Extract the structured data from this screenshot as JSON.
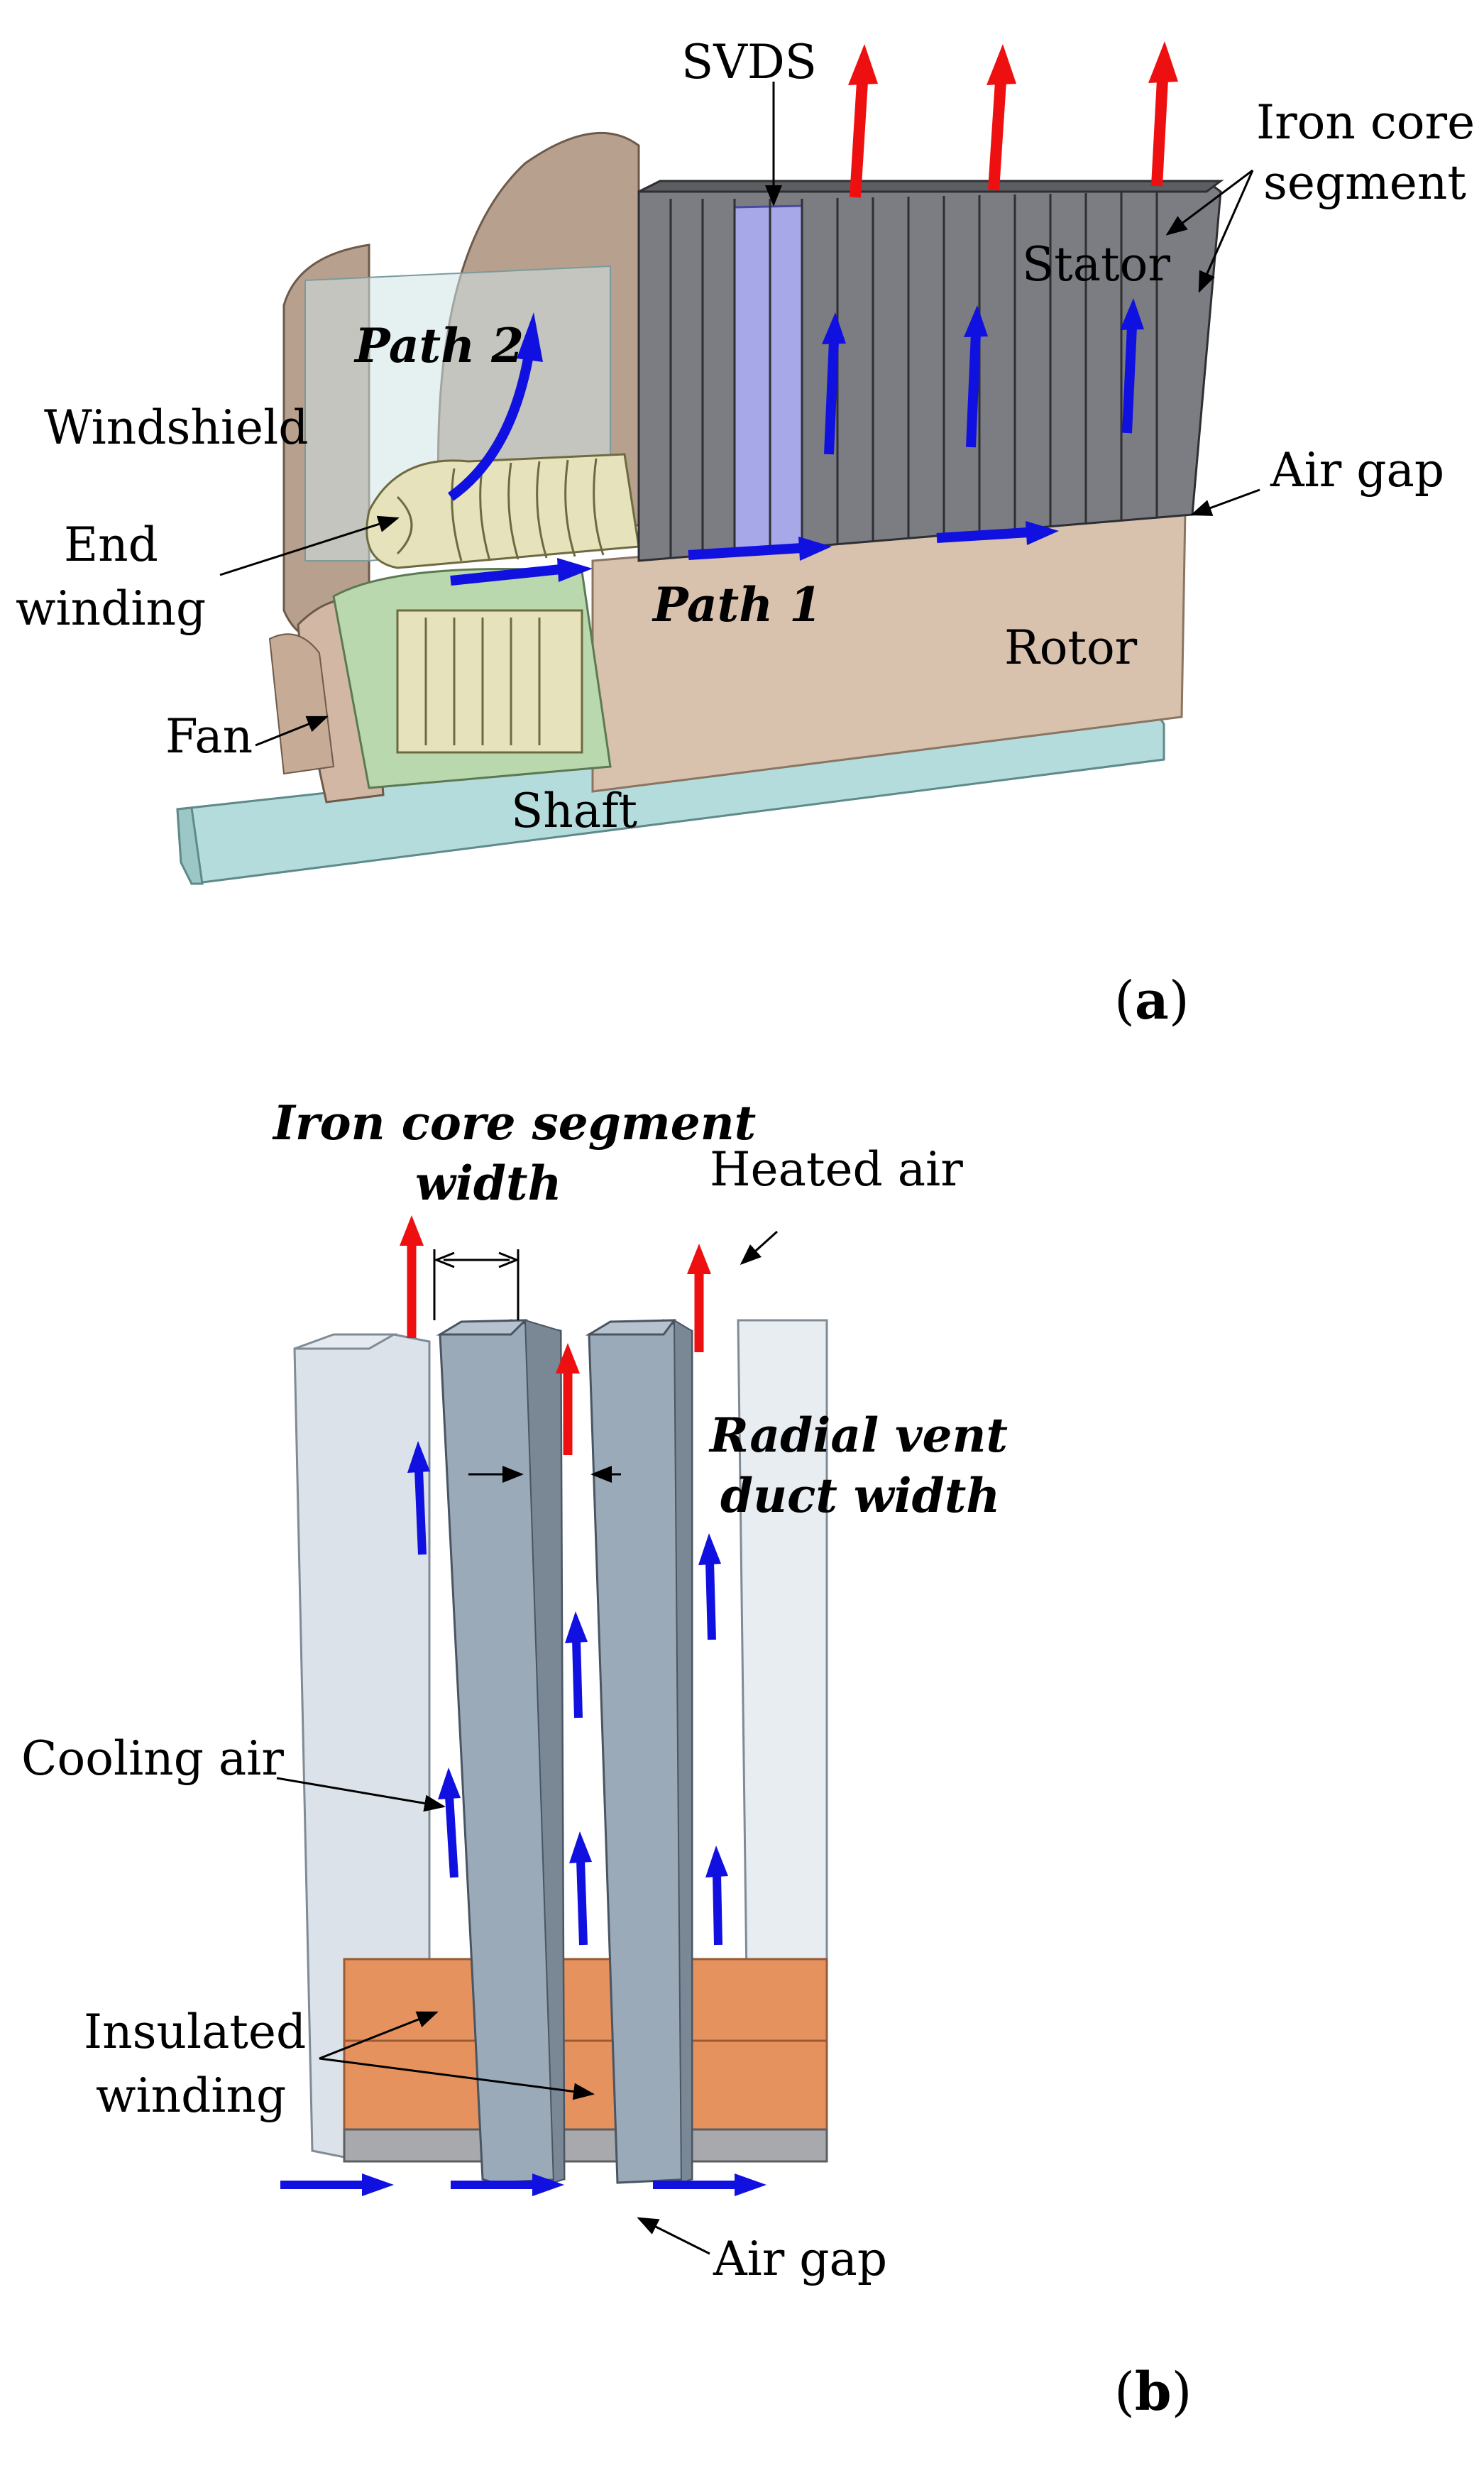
{
  "panel_a": {
    "labels": {
      "svds": "SVDS",
      "iron_core_line1": "Iron core",
      "iron_core_line2": "segment",
      "stator": "Stator",
      "air_gap": "Air gap",
      "path2": "Path 2",
      "windshield": "Windshield",
      "end_winding_line1": "End",
      "end_winding_line2": "winding",
      "path1": "Path 1",
      "rotor": "Rotor",
      "fan": "Fan",
      "shaft": "Shaft"
    },
    "caption_open": "(",
    "caption_letter": "a",
    "caption_close": ")"
  },
  "panel_b": {
    "labels": {
      "seg_width_line1": "Iron core segment",
      "seg_width_line2": "width",
      "heated_air": "Heated air",
      "duct_line1": "Radial vent",
      "duct_line2": "duct width",
      "cooling_air": "Cooling air",
      "insulated_line1": "Insulated",
      "insulated_line2": "winding",
      "air_gap": "Air gap"
    },
    "caption_open": "(",
    "caption_letter": "b",
    "caption_close": ")"
  },
  "colors": {
    "cooling_arrow": "#1010e0",
    "heated_arrow": "#ee1010",
    "stator_segment": "#7b7d82",
    "svds": "#a7a8e8",
    "rotor": "#d8c2ae",
    "shaft": "#b5dcdc",
    "windshield": "#b7a08e",
    "end_winding": "#e6e3bc",
    "core_bar": "#9aaab9",
    "winding": "#e5925e"
  }
}
